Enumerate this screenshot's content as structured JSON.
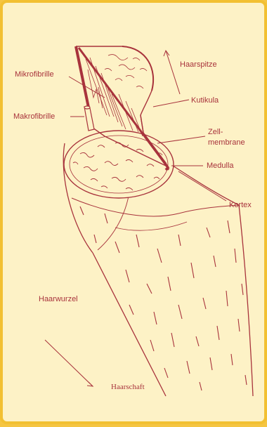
{
  "labels": {
    "mikrofibrille": "Mikrofibrille",
    "makrofibrille": "Makrofibrille",
    "haarspitze": "Haarspitze",
    "kutikula": "Kutikula",
    "zellmembrane_line1": "Zell-",
    "zellmembrane_line2": "membrane",
    "medulla": "Medulla",
    "kortex": "Kortex",
    "haarwurzel": "Haarwurzel",
    "haarschaft": "Haarschaft"
  },
  "colors": {
    "background": "#fdf2c6",
    "border": "#f2c032",
    "ink": "#a8333c"
  }
}
